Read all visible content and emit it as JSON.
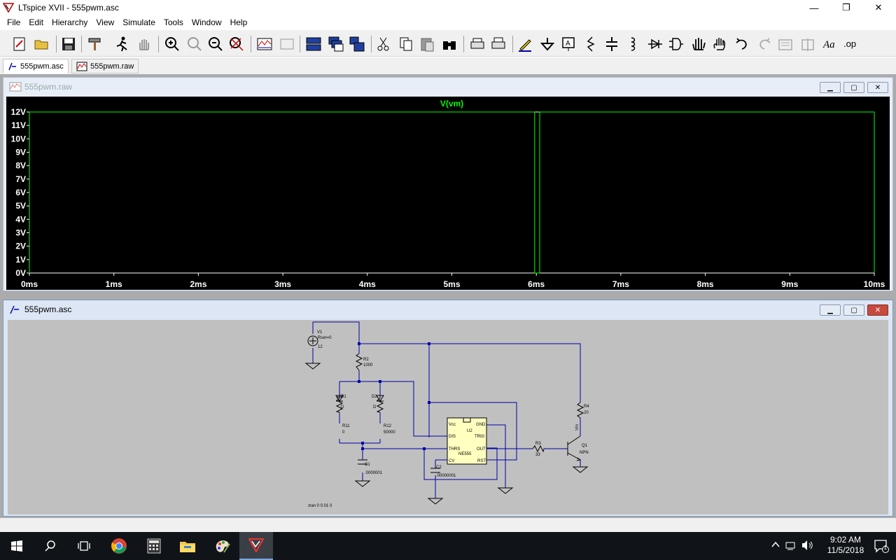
{
  "window": {
    "title": "LTspice XVII - 555pwm.asc",
    "minimize": "—",
    "maximize": "❐",
    "close": "✕"
  },
  "menu": [
    "File",
    "Edit",
    "Hierarchy",
    "View",
    "Simulate",
    "Tools",
    "Window",
    "Help"
  ],
  "tabs": [
    {
      "label": "555pwm.asc"
    },
    {
      "label": "555pwm.raw"
    }
  ],
  "waveform_window": {
    "title": "555pwm.raw",
    "trace_label": "V(vm)"
  },
  "chart_data": {
    "type": "line",
    "series": [
      {
        "name": "V(vm)",
        "color": "#00ff00",
        "x": [
          0,
          0,
          5.98,
          5.98,
          6.04,
          6.04,
          10,
          10
        ],
        "y": [
          0,
          12,
          12,
          0,
          0,
          12,
          12,
          0
        ]
      }
    ],
    "xlabel": "",
    "ylabel": "",
    "xlim": [
      0,
      10
    ],
    "ylim": [
      0,
      12
    ],
    "xticks": [
      "0ms",
      "1ms",
      "2ms",
      "3ms",
      "4ms",
      "5ms",
      "6ms",
      "7ms",
      "8ms",
      "9ms",
      "10ms"
    ],
    "yticks": [
      "12V",
      "11V",
      "10V",
      "9V",
      "8V",
      "7V",
      "6V",
      "5V",
      "4V",
      "3V",
      "2V",
      "1V",
      "0V"
    ],
    "grid": false
  },
  "schematic_window": {
    "title": "555pwm.asc"
  },
  "schematic": {
    "v1": {
      "name": "V1",
      "attr": "Rser=0",
      "value": "12"
    },
    "r2": {
      "name": "R2",
      "value": "1000"
    },
    "d1": {
      "name": "D1",
      "value": "D"
    },
    "d2": {
      "name": "D2",
      "value": "D"
    },
    "r11": {
      "name": "R11",
      "value": "0"
    },
    "r12": {
      "name": "R12",
      "value": "50000"
    },
    "c1": {
      "name": "C1",
      "value": ".0000001"
    },
    "c2": {
      "name": "C2",
      "value": ".00000001"
    },
    "u2": {
      "name": "U2",
      "part": "NE555",
      "pins": {
        "vcc": "Vcc",
        "gnd": "GND",
        "dis": "DIS",
        "trig": "TRIG",
        "thrs": "THRS",
        "out": "OUT",
        "cv": "CV",
        "rst": "RST"
      }
    },
    "r3": {
      "name": "R3",
      "value": "33"
    },
    "r4": {
      "name": "R4",
      "value": "20"
    },
    "q1": {
      "name": "Q1",
      "value": "NPN"
    },
    "net_vm": "Vm",
    "directive": ".tran 0 0.01 0"
  },
  "taskbar": {
    "time": "9:02 AM",
    "date": "11/5/2018",
    "notifications": "1"
  },
  "colors": {
    "trace": "#00ff00",
    "wire": "#0000aa",
    "component": "#800000",
    "schematic_bg": "#c0c0c0"
  }
}
